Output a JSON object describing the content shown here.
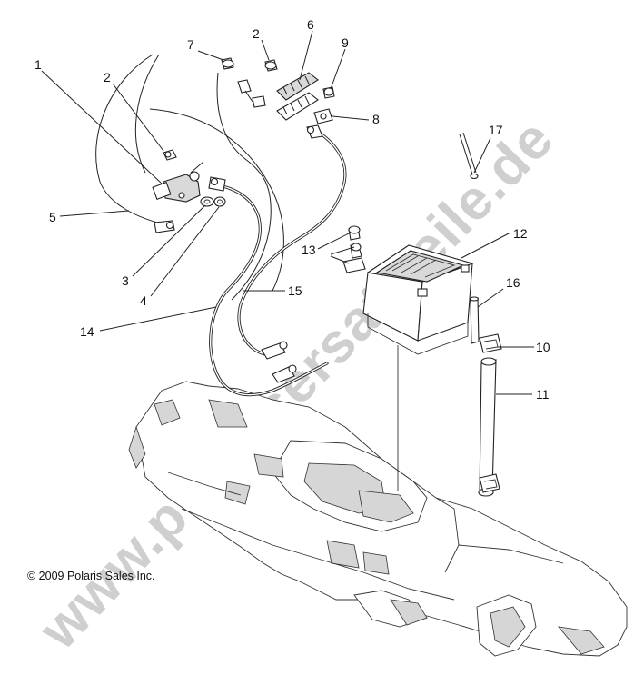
{
  "watermark": "www.polarisersatzteile.de",
  "copyright": "© 2009 Polaris Sales Inc.",
  "callouts": {
    "c1": "1",
    "c2a": "2",
    "c2b": "2",
    "c3": "3",
    "c4": "4",
    "c5": "5",
    "c6": "6",
    "c7": "7",
    "c8": "8",
    "c9": "9",
    "c10": "10",
    "c11": "11",
    "c12": "12",
    "c13": "13",
    "c14": "14",
    "c15": "15",
    "c16": "16",
    "c17": "17"
  }
}
